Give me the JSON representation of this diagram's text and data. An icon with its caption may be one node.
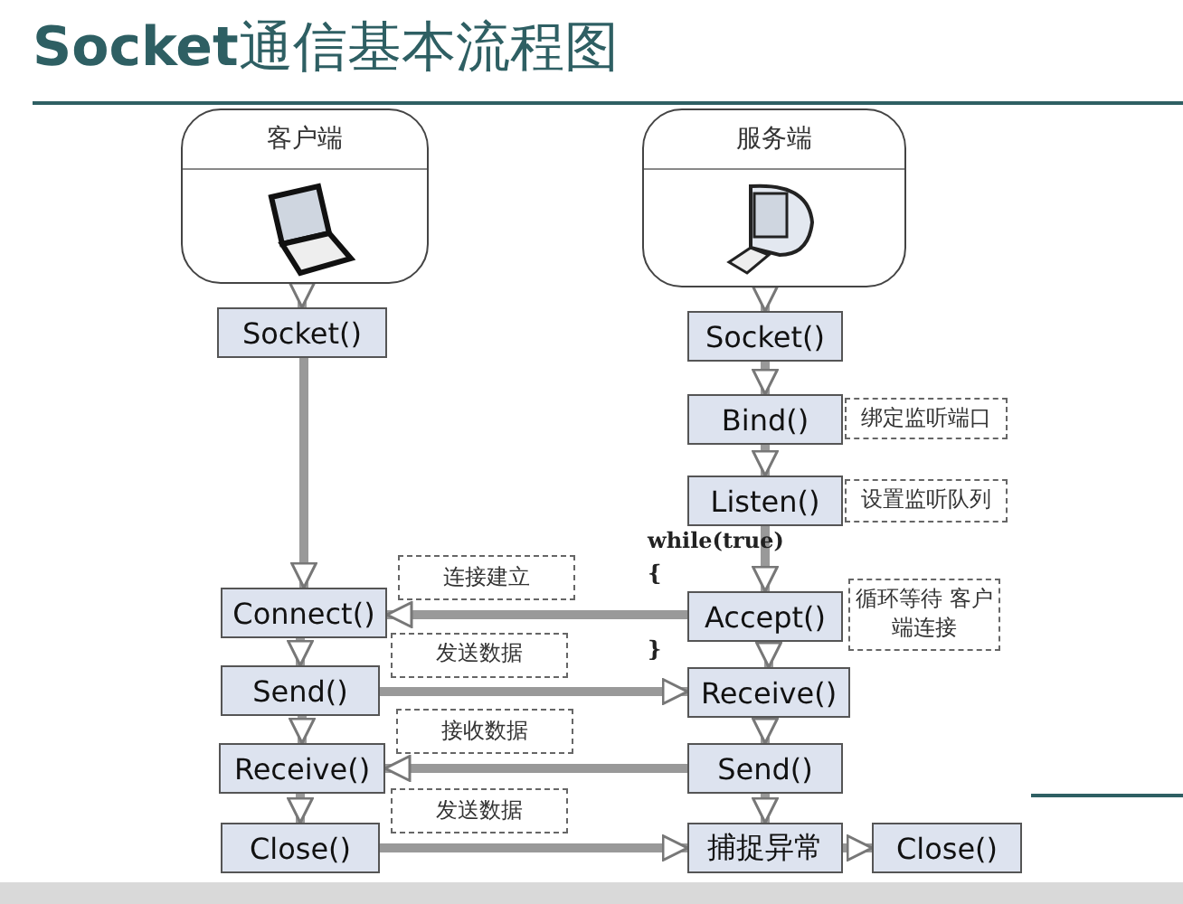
{
  "diagram": {
    "title": "**Socket**通信基本流程图",
    "nodes": [
      {
        "text": [
          "客户端"
        ]
      },
      {
        "text": [
          "服务端"
        ]
      },
      {
        "text": [
          "Socket()"
        ]
      },
      {
        "text": [
          "Connect()"
        ]
      },
      {
        "text": [
          "Send()"
        ]
      },
      {
        "text": [
          "Receive()"
        ]
      },
      {
        "text": [
          "Close()"
        ]
      },
      {
        "text": [
          "Socket()"
        ]
      },
      {
        "text": [
          "Bind()"
        ],
        "beside": [
          "绑定监听端口"
        ]
      },
      {
        "text": [
          "Listen()"
        ],
        "beside": [
          "设置监听队列"
        ]
      },
      {
        "text": [
          "Accept()"
        ],
        "beside": [
          "循环等待 客户端连接"
        ]
      },
      {
        "text": [
          "Receive()"
        ]
      },
      {
        "text": [
          "Send()"
        ]
      },
      {
        "text": [
          "捕捉异常"
        ]
      },
      {
        "text": [
          "Close()"
        ]
      }
    ],
    "edges": [
      {
        "from": 0,
        "to": 2,
        "arrow": "to"
      },
      {
        "from": 1,
        "to": 7,
        "arrow": "to"
      },
      {
        "from": 2,
        "to": 3,
        "arrow": "to"
      },
      {
        "from": 3,
        "to": 4,
        "arrow": "to"
      },
      {
        "from": 4,
        "to": 5,
        "arrow": "to"
      },
      {
        "from": 5,
        "to": 6,
        "arrow": "to"
      },
      {
        "from": 7,
        "to": 8,
        "arrow": "to"
      },
      {
        "from": 8,
        "to": 9,
        "arrow": "to"
      },
      {
        "from": 9,
        "to": 10,
        "arrow": "to"
      },
      {
        "from": 10,
        "to": 11,
        "arrow": "to"
      },
      {
        "from": 11,
        "to": 12,
        "arrow": "to"
      },
      {
        "from": 12,
        "to": 13,
        "arrow": "to"
      },
      {
        "from": 13,
        "to": 14,
        "arrow": "to"
      },
      {
        "from": 10,
        "to": 3,
        "arrow": "to",
        "label": "连接建立"
      },
      {
        "from": 4,
        "to": 11,
        "arrow": "to",
        "label": "发送数据"
      },
      {
        "from": 12,
        "to": 5,
        "arrow": "to",
        "label": "接收数据"
      },
      {
        "from": 6,
        "to": 13,
        "arrow": "to",
        "label": "发送数据"
      }
    ],
    "labels": [
      "while(true)",
      "{",
      "}"
    ]
  }
}
